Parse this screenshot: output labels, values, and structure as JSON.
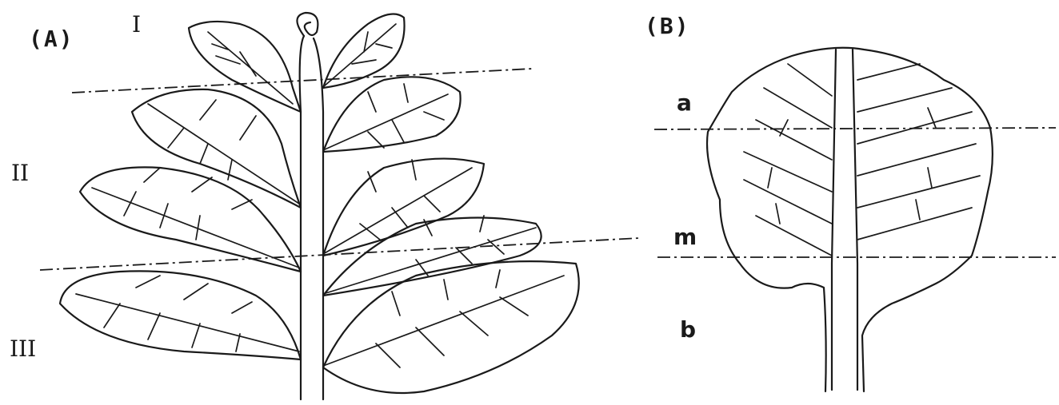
{
  "panels": {
    "a": {
      "label": "(A)",
      "zones": [
        "I",
        "II",
        "III"
      ]
    },
    "b": {
      "label": "(B)",
      "zones": [
        "a",
        "m",
        "b"
      ]
    }
  },
  "ink_color": "#1a1a1a",
  "background_color": "#ffffff"
}
